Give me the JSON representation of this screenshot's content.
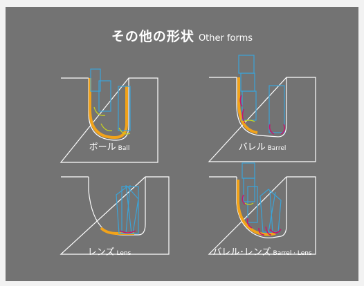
{
  "title": {
    "ja": "その他の形状",
    "en": "Other forms"
  },
  "shapes": [
    {
      "ja": "ボール",
      "en": "Ball"
    },
    {
      "ja": "バレル",
      "en": "Barrel"
    },
    {
      "ja": "レンズ",
      "en": "Lens"
    },
    {
      "ja": "バレル･レンズ",
      "en": "Barrel · Lens"
    }
  ],
  "colors": {
    "background": "#737373",
    "outline": "#ffffff",
    "tool_path": "#f2a31a",
    "tool_shank": "#3ba4d8",
    "ball_tip": "#c8d21e",
    "barrel_edge": "#c8146e"
  }
}
